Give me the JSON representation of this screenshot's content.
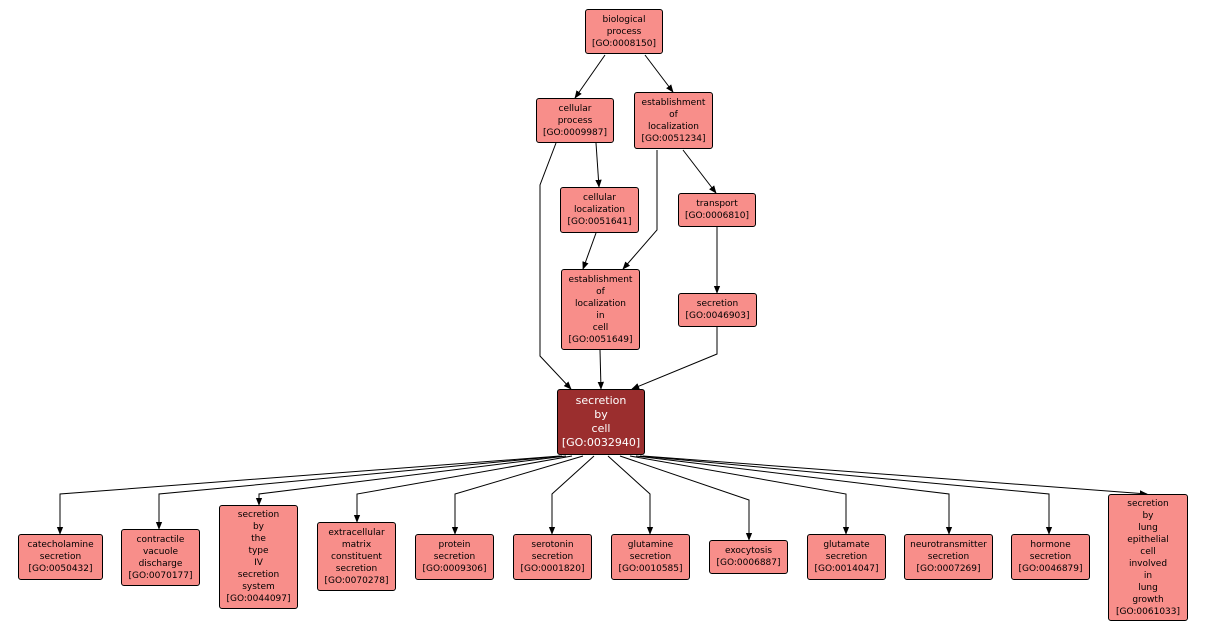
{
  "nodes": {
    "n8150": {
      "lines": [
        "biological",
        "process",
        "[GO:0008150]"
      ]
    },
    "n9987": {
      "lines": [
        "cellular",
        "process",
        "[GO:0009987]"
      ]
    },
    "n51234": {
      "lines": [
        "establishment",
        "of",
        "localization",
        "[GO:0051234]"
      ]
    },
    "n51641": {
      "lines": [
        "cellular",
        "localization",
        "[GO:0051641]"
      ]
    },
    "n6810": {
      "lines": [
        "transport",
        "[GO:0006810]"
      ]
    },
    "n51649": {
      "lines": [
        "establishment",
        "of",
        "localization",
        "in",
        "cell",
        "[GO:0051649]"
      ]
    },
    "n46903": {
      "lines": [
        "secretion",
        "[GO:0046903]"
      ]
    },
    "n32940": {
      "lines": [
        "secretion",
        "by",
        "cell",
        "[GO:0032940]"
      ]
    },
    "n50432": {
      "lines": [
        "catecholamine",
        "secretion",
        "[GO:0050432]"
      ]
    },
    "n70177": {
      "lines": [
        "contractile",
        "vacuole",
        "discharge",
        "[GO:0070177]"
      ]
    },
    "n44097": {
      "lines": [
        "secretion",
        "by",
        "the",
        "type",
        "IV",
        "secretion",
        "system",
        "[GO:0044097]"
      ]
    },
    "n70278": {
      "lines": [
        "extracellular",
        "matrix",
        "constituent",
        "secretion",
        "[GO:0070278]"
      ]
    },
    "n9306": {
      "lines": [
        "protein",
        "secretion",
        "[GO:0009306]"
      ]
    },
    "n1820": {
      "lines": [
        "serotonin",
        "secretion",
        "[GO:0001820]"
      ]
    },
    "n10585": {
      "lines": [
        "glutamine",
        "secretion",
        "[GO:0010585]"
      ]
    },
    "n6887": {
      "lines": [
        "exocytosis",
        "[GO:0006887]"
      ]
    },
    "n14047": {
      "lines": [
        "glutamate",
        "secretion",
        "[GO:0014047]"
      ]
    },
    "n7269": {
      "lines": [
        "neurotransmitter",
        "secretion",
        "[GO:0007269]"
      ]
    },
    "n46879": {
      "lines": [
        "hormone",
        "secretion",
        "[GO:0046879]"
      ]
    },
    "n61033": {
      "lines": [
        "secretion",
        "by",
        "lung",
        "epithelial",
        "cell",
        "involved",
        "in",
        "lung",
        "growth",
        "[GO:0061033]"
      ]
    }
  },
  "colors": {
    "node_fill": "#f88e8a",
    "focus_fill": "#9b2e2e",
    "edge": "#000000"
  }
}
